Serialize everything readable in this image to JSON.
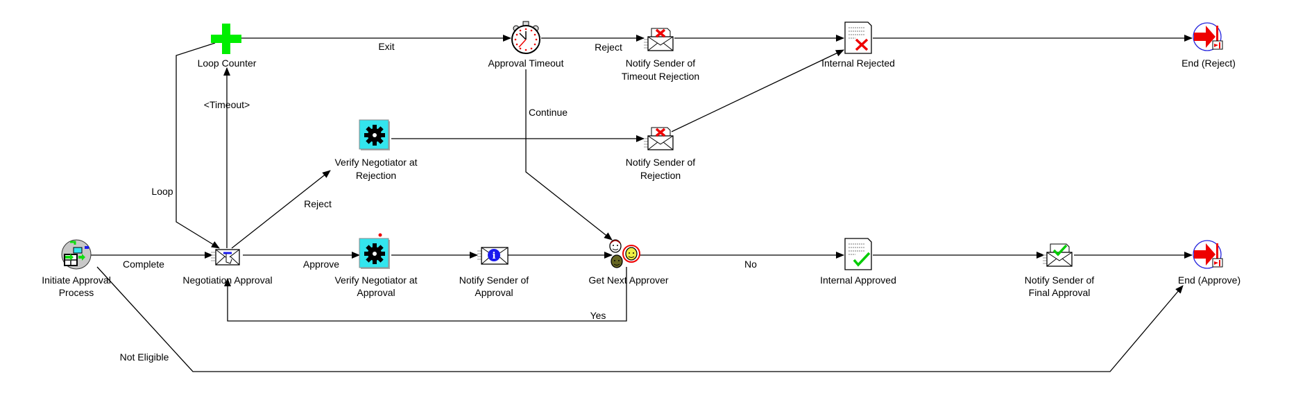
{
  "diagram": {
    "type": "workflow-process",
    "nodes": [
      {
        "id": "initiate",
        "label_lines": [
          "Initiate Approval",
          "Process"
        ],
        "icon": "process-icon"
      },
      {
        "id": "loop_counter",
        "label_lines": [
          "Loop Counter"
        ],
        "icon": "plus-icon"
      },
      {
        "id": "negotiation_approval",
        "label_lines": [
          "Negotiation Approval"
        ],
        "icon": "notification-envelope-icon"
      },
      {
        "id": "approval_timeout",
        "label_lines": [
          "Approval Timeout"
        ],
        "icon": "stopwatch-icon"
      },
      {
        "id": "notify_timeout_rejection",
        "label_lines": [
          "Notify Sender of",
          "Timeout Rejection"
        ],
        "icon": "envelope-reject-icon"
      },
      {
        "id": "internal_rejected",
        "label_lines": [
          "Internal Rejected"
        ],
        "icon": "document-reject-icon"
      },
      {
        "id": "end_reject",
        "label_lines": [
          "End (Reject)"
        ],
        "icon": "end-icon"
      },
      {
        "id": "verify_rejection",
        "label_lines": [
          "Verify Negotiator at",
          "Rejection"
        ],
        "icon": "gear-icon"
      },
      {
        "id": "notify_rejection",
        "label_lines": [
          "Notify Sender of",
          "Rejection"
        ],
        "icon": "envelope-reject-icon"
      },
      {
        "id": "verify_approval",
        "label_lines": [
          "Verify Negotiator at",
          "Approval"
        ],
        "icon": "gear-icon"
      },
      {
        "id": "notify_approval",
        "label_lines": [
          "Notify Sender of",
          "Approval"
        ],
        "icon": "envelope-info-icon"
      },
      {
        "id": "get_next_approver",
        "label_lines": [
          "Get Next Approver"
        ],
        "icon": "people-icon"
      },
      {
        "id": "internal_approved",
        "label_lines": [
          "Internal Approved"
        ],
        "icon": "document-approve-icon"
      },
      {
        "id": "notify_final_approval",
        "label_lines": [
          "Notify Sender of",
          "Final Approval"
        ],
        "icon": "envelope-approve-icon"
      },
      {
        "id": "end_approve",
        "label_lines": [
          "End (Approve)"
        ],
        "icon": "end-icon"
      }
    ],
    "edges": [
      {
        "from": "initiate",
        "to": "negotiation_approval",
        "label": "Complete"
      },
      {
        "from": "initiate",
        "to": "end_approve",
        "label": "Not Eligible"
      },
      {
        "from": "negotiation_approval",
        "to": "loop_counter",
        "label": "<Timeout>"
      },
      {
        "from": "loop_counter",
        "to": "negotiation_approval",
        "label": "Loop"
      },
      {
        "from": "loop_counter",
        "to": "approval_timeout",
        "label": "Exit"
      },
      {
        "from": "approval_timeout",
        "to": "notify_timeout_rejection",
        "label": "Reject"
      },
      {
        "from": "approval_timeout",
        "to": "get_next_approver",
        "label": "Continue"
      },
      {
        "from": "notify_timeout_rejection",
        "to": "internal_rejected",
        "label": ""
      },
      {
        "from": "internal_rejected",
        "to": "end_reject",
        "label": ""
      },
      {
        "from": "negotiation_approval",
        "to": "verify_rejection",
        "label": "Reject"
      },
      {
        "from": "verify_rejection",
        "to": "notify_rejection",
        "label": ""
      },
      {
        "from": "notify_rejection",
        "to": "internal_rejected",
        "label": ""
      },
      {
        "from": "negotiation_approval",
        "to": "verify_approval",
        "label": "Approve"
      },
      {
        "from": "verify_approval",
        "to": "notify_approval",
        "label": ""
      },
      {
        "from": "notify_approval",
        "to": "get_next_approver",
        "label": ""
      },
      {
        "from": "get_next_approver",
        "to": "negotiation_approval",
        "label": "Yes"
      },
      {
        "from": "get_next_approver",
        "to": "internal_approved",
        "label": "No"
      },
      {
        "from": "internal_approved",
        "to": "notify_final_approval",
        "label": ""
      },
      {
        "from": "notify_final_approval",
        "to": "end_approve",
        "label": ""
      }
    ]
  },
  "colors": {
    "line": "#000000",
    "plus": "#00ee00",
    "gear_bg": "#33e5ee",
    "reject_x": "#ee0000",
    "approve_check": "#00cc00",
    "end_arrow": "#ee0000",
    "end_ring": "#2222dd",
    "info_blue": "#1a1aee"
  }
}
